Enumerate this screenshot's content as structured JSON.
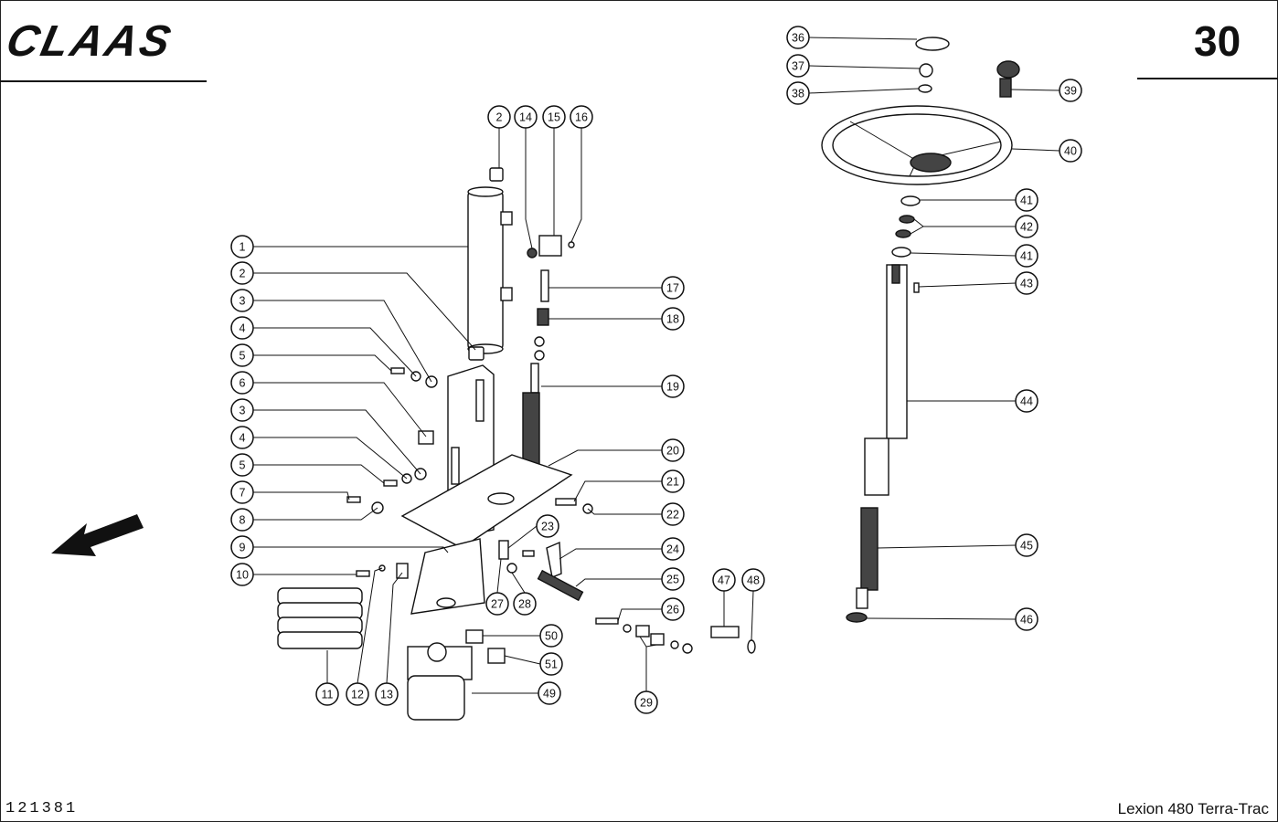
{
  "header": {
    "brand": "CLAAS",
    "page_number": "30"
  },
  "footer": {
    "drawing_code": "121381",
    "model": "Lexion 480 Terra-Trac"
  },
  "callouts": [
    "1",
    "2",
    "3",
    "4",
    "5",
    "6",
    "3",
    "4",
    "5",
    "7",
    "8",
    "9",
    "10",
    "11",
    "12",
    "13",
    "2",
    "14",
    "15",
    "16",
    "17",
    "18",
    "19",
    "20",
    "21",
    "22",
    "23",
    "24",
    "25",
    "26",
    "27",
    "28",
    "29",
    "47",
    "48",
    "50",
    "51",
    "49",
    "36",
    "37",
    "38",
    "39",
    "40",
    "41",
    "42",
    "41",
    "43",
    "44",
    "45",
    "46"
  ],
  "icons": {
    "direction": "arrow-down-left-icon"
  }
}
